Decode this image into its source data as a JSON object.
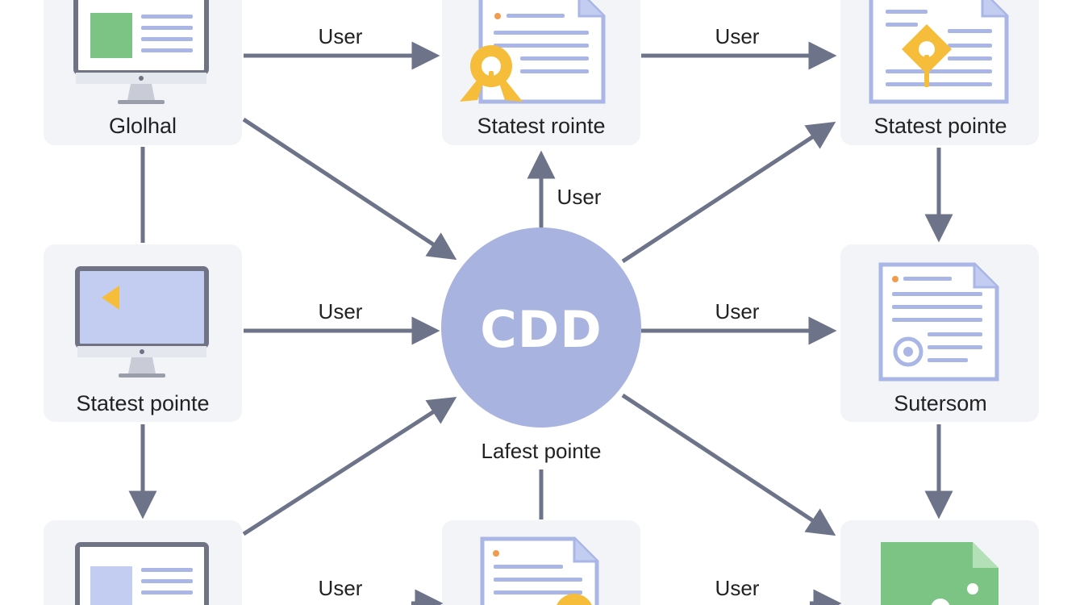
{
  "colors": {
    "edge": "#6d7389",
    "hub": "#a8b3e0",
    "card": "#f3f4f8",
    "monitor_frame": "#6f7384",
    "monitor_screen": "#c3cdf2",
    "doc_outline": "#a9b6e6",
    "doc_line": "#a9b6e6",
    "badge_yellow": "#f5bd3a",
    "green": "#7cc484"
  },
  "hub": {
    "label": "CDD"
  },
  "nodes": {
    "top_left": {
      "label": "Glolhal",
      "icon": "monitor-icon"
    },
    "top_center": {
      "label": "Statest rointe",
      "icon": "certificate-document-icon"
    },
    "top_right": {
      "label": "Statest pointe",
      "icon": "certificate-document-icon"
    },
    "mid_left": {
      "label": "Statest pointe",
      "icon": "monitor-icon"
    },
    "mid_right": {
      "label": "Sutersom",
      "icon": "document-icon"
    },
    "bottom_left": {
      "label": "",
      "icon": "monitor-icon"
    },
    "bottom_center": {
      "label": "",
      "icon": "document-icon"
    },
    "bottom_right": {
      "label": "",
      "icon": "green-file-icon"
    }
  },
  "edge_labels": {
    "top_left_to_top_center": "User",
    "top_center_to_top_right": "User",
    "hub_to_top_center": "User",
    "mid_left_to_hub": "User",
    "hub_to_mid_right": "User",
    "bottom_left_to_bottom_center": "User",
    "bottom_center_to_bottom_right": "User",
    "hub_below": "Lafest pointe"
  }
}
